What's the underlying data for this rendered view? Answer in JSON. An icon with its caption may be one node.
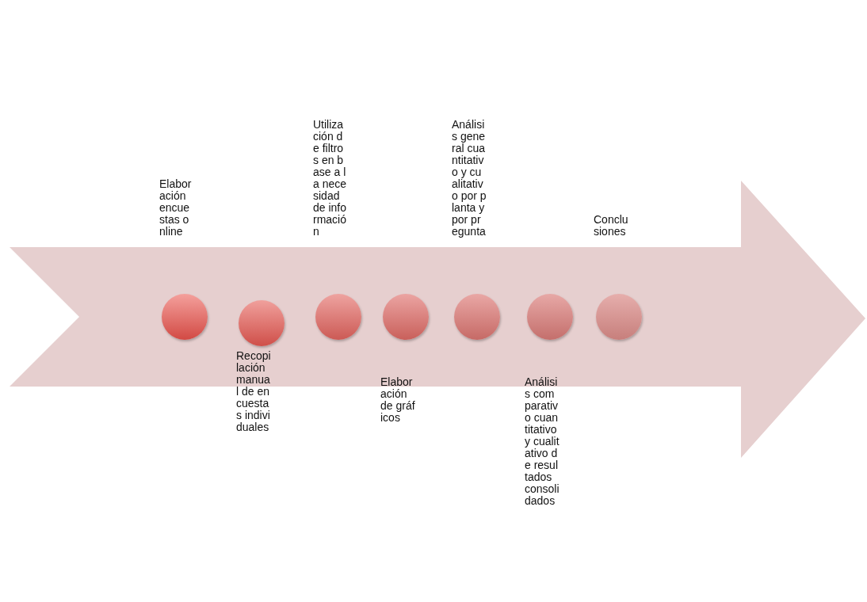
{
  "diagram": {
    "nodes": [
      {
        "text": [],
        "shape": "arrow"
      },
      {
        "text": [],
        "shape": "circle",
        "in": 0
      },
      {
        "text": [],
        "shape": "circle",
        "in": 0
      },
      {
        "text": [],
        "shape": "circle",
        "in": 0
      },
      {
        "text": [],
        "shape": "circle",
        "in": 0
      },
      {
        "text": [],
        "shape": "circle",
        "in": 0
      },
      {
        "text": [],
        "shape": "circle",
        "in": 0
      },
      {
        "text": [],
        "shape": "circle",
        "in": 0
      }
    ],
    "edges": [],
    "labels": [
      "Elaboración encuestas online",
      "Recopilación manual de encuestas individuales",
      "Utilización de filtros en base a la necesidad de información",
      "Elaboración de gráficos",
      "Análisis general cuantitativo y cualitativo por planta y por pregunta",
      "Análisis comparativo cuantitativo y cualitativo de resultados consolidados",
      "Conclusiones"
    ]
  }
}
